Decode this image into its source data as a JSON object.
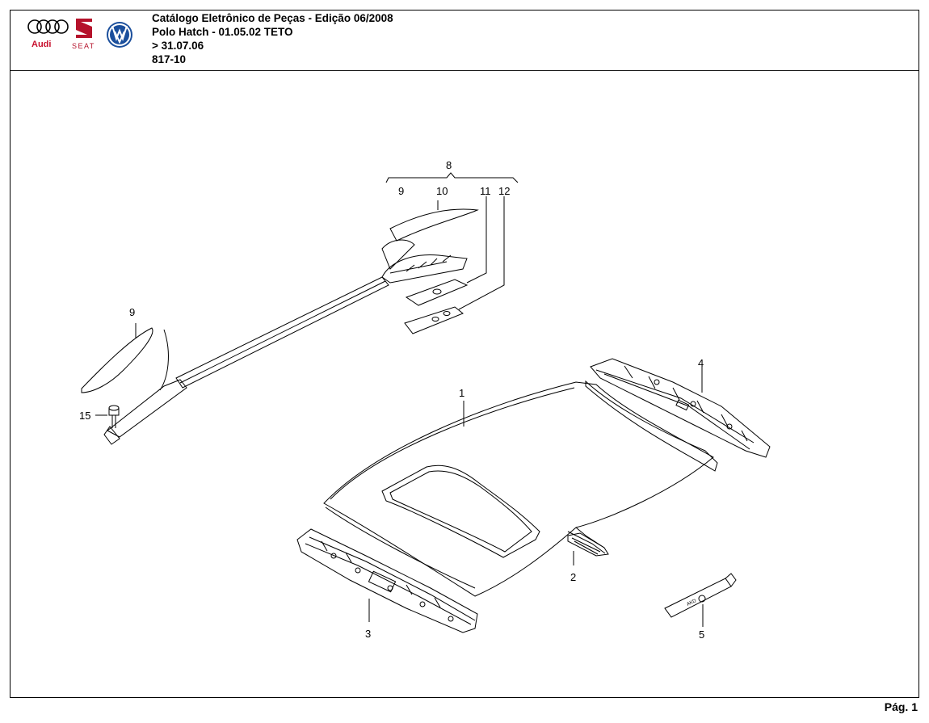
{
  "header": {
    "line1": "Catálogo Eletrônico de Peças - Edição 06/2008",
    "line2": "Polo Hatch - 01.05.02 TETO",
    "line3": "> 31.07.06",
    "line4": "817-10"
  },
  "logos": {
    "audi": "Audi",
    "seat": "SEAT",
    "vw": "VW"
  },
  "callouts": {
    "c1": "1",
    "c2": "2",
    "c3": "3",
    "c4": "4",
    "c5": "5",
    "c8": "8",
    "c9a": "9",
    "c9b": "9",
    "c10": "10",
    "c11": "11",
    "c12": "12",
    "c15": "15"
  },
  "tube_label": "AKD",
  "footer": {
    "page": "Pág. 1"
  },
  "colors": {
    "audi_red": "#c8102e",
    "seat_red": "#b5122b",
    "vw_blue": "#1b4f9c"
  }
}
